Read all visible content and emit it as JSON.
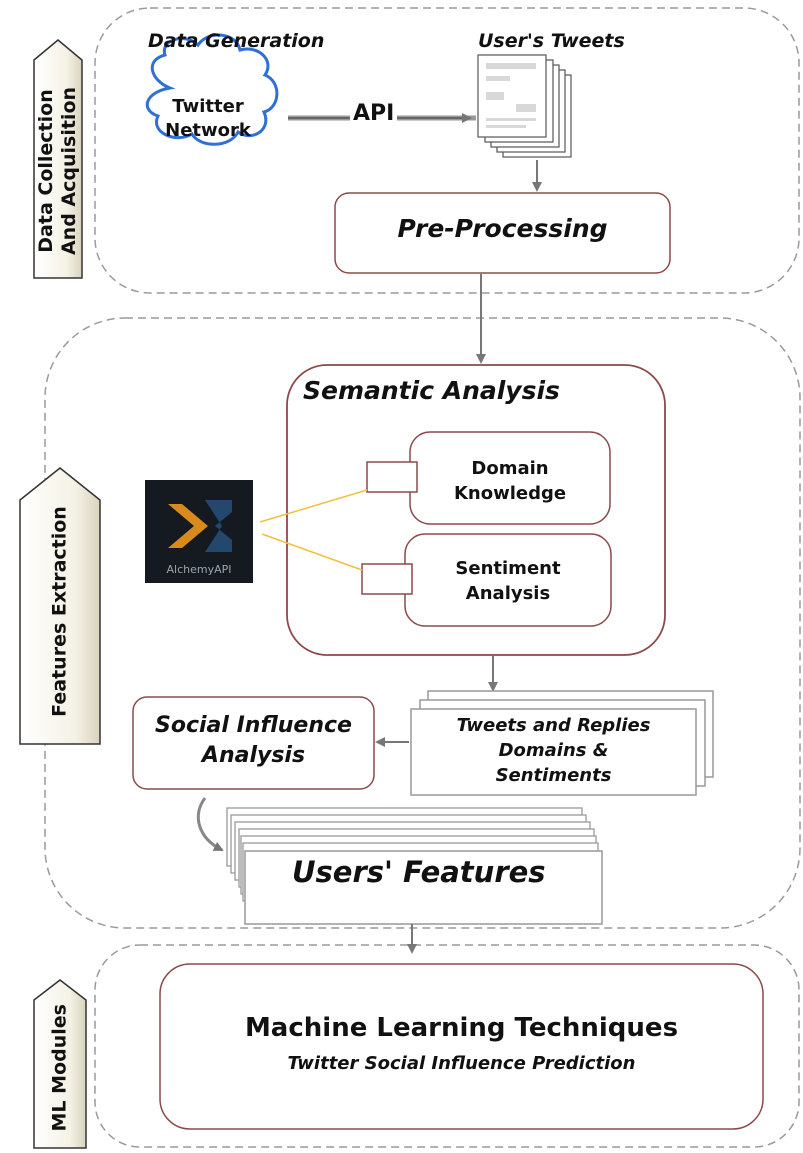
{
  "stages": {
    "collection": {
      "line1": "Data Collection",
      "line2": "And Acquisition"
    },
    "features": "Features Extraction",
    "ml": "ML Modules"
  },
  "collection": {
    "data_generation": "Data Generation",
    "users_tweets": "User's Tweets",
    "twitter_line1": "Twitter",
    "twitter_line2": "Network",
    "api": "API",
    "pre_processing": "Pre-Processing"
  },
  "features": {
    "semantic_analysis": "Semantic Analysis",
    "domain_line1": "Domain",
    "domain_line2": "Knowledge",
    "sentiment_line1": "Sentiment",
    "sentiment_line2": "Analysis",
    "alchemy": "AlchemyAPI",
    "social_line1": "Social Influence",
    "social_line2": "Analysis",
    "tweets_line1": "Tweets and Replies",
    "tweets_line2": "Domains &",
    "tweets_line3": "Sentiments",
    "users_features": "Users' Features"
  },
  "ml": {
    "title": "Machine Learning Techniques",
    "subtitle": "Twitter Social Influence Prediction"
  },
  "colors": {
    "box_border": "#8b4a4a",
    "dash": "#9a9a9a",
    "arrow": "#777777",
    "connector": "#f0c040",
    "cloud": "#2f6fd6"
  },
  "icons": {
    "cloud": "cloud-icon",
    "documents": "document-stack-icon",
    "alchemy": "alchemy-logo"
  }
}
